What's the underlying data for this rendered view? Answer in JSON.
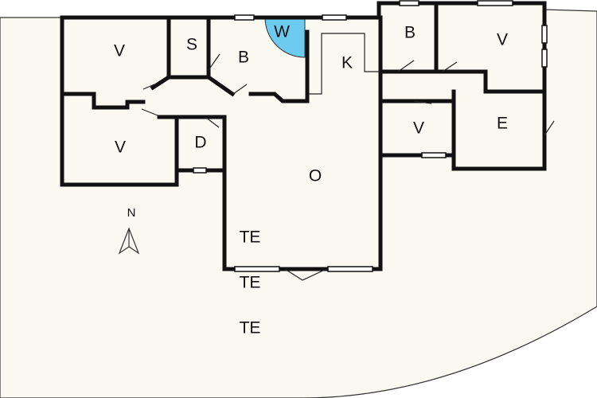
{
  "floorplan": {
    "rooms": [
      {
        "id": "v1",
        "label": "V"
      },
      {
        "id": "s",
        "label": "S"
      },
      {
        "id": "b1",
        "label": "B"
      },
      {
        "id": "w",
        "label": "W"
      },
      {
        "id": "k",
        "label": "K"
      },
      {
        "id": "b2",
        "label": "B"
      },
      {
        "id": "v2",
        "label": "V"
      },
      {
        "id": "v3",
        "label": "V"
      },
      {
        "id": "d",
        "label": "D"
      },
      {
        "id": "o",
        "label": "O"
      },
      {
        "id": "v4",
        "label": "V"
      },
      {
        "id": "e",
        "label": "E"
      },
      {
        "id": "te1",
        "label": "TE"
      },
      {
        "id": "te2",
        "label": "TE"
      },
      {
        "id": "te3",
        "label": "TE"
      }
    ],
    "compass": {
      "label": "N"
    },
    "colors": {
      "terrace": "#f9f9f1",
      "interior": "#f9f9f1",
      "wet_room": "#6ccbee",
      "walls": "#111111"
    }
  }
}
